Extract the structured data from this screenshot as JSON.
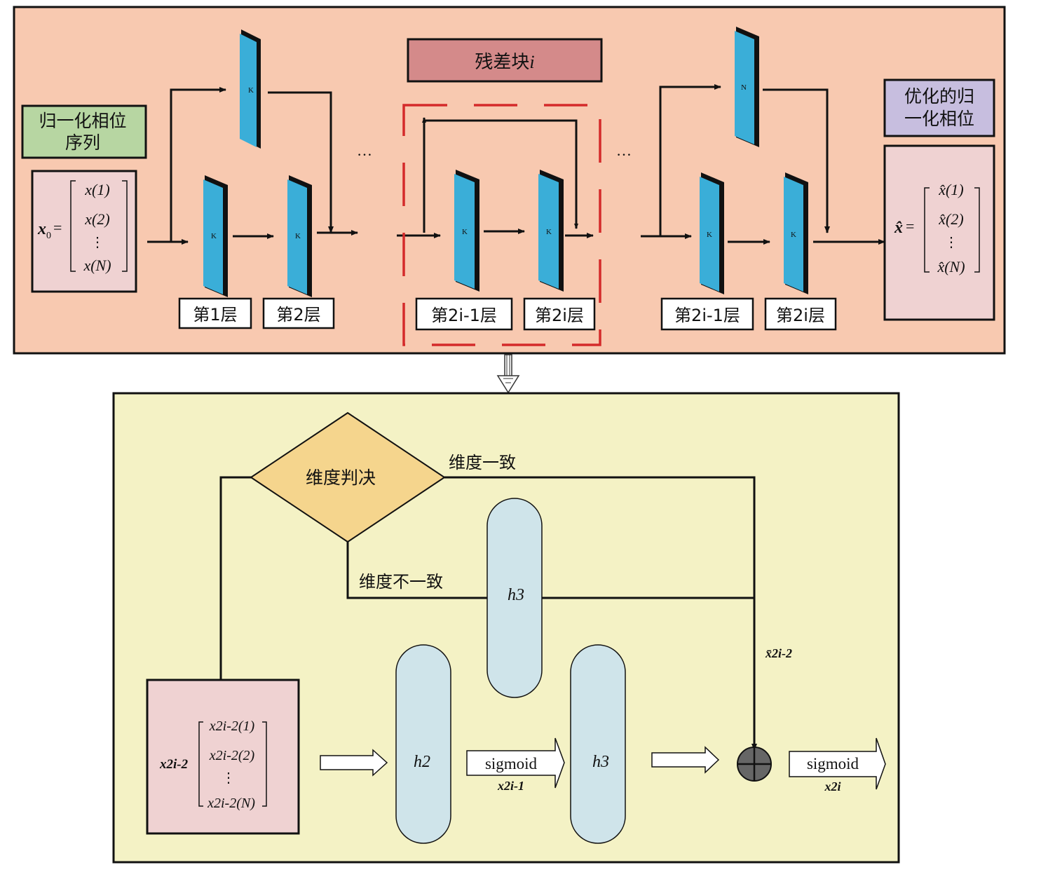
{
  "top": {
    "input_label": "归一化相位序列",
    "input_label_lines": [
      "归一化相位",
      "序列"
    ],
    "input_symbol": "x",
    "input_symbol_sub": "0",
    "input_entries": [
      "x(1)",
      "x(2)",
      "⋮",
      "x(N)"
    ],
    "block_title_text": "残差块",
    "block_title_index": "i",
    "output_label_lines": [
      "优化的归",
      "一化相位"
    ],
    "output_symbol": "x̂",
    "output_entries": [
      "x̂(1)",
      "x̂(2)",
      "⋮",
      "x̂(N)"
    ],
    "layer_labels": [
      "第1层",
      "第2层",
      "第2i-1层",
      "第2i层",
      "第2i-1层",
      "第2i层"
    ],
    "layer_mark": "K",
    "layer_mark_alt": "N",
    "ellipsis": "…"
  },
  "bottom": {
    "decision_label": "维度判决",
    "consistent_label": "维度一致",
    "inconsistent_label": "维度不一致",
    "h3_upper": "h3",
    "h2": "h2",
    "h3_lower": "h3",
    "input_symbol": "x2i-2",
    "input_entries": [
      "x2i-2(1)",
      "x2i-2(2)",
      "⋮",
      "x2i-2(N)"
    ],
    "sigmoid_1": "sigmoid",
    "sigmoid_1_output": "x2i-1",
    "sigmoid_2": "sigmoid",
    "sigmoid_2_output": "x2i",
    "bar_symbol": "x̄2i-2",
    "add_symbol": "⊕"
  },
  "colors": {
    "top_bg": "#f8c9b0",
    "bottom_bg": "#f4f2c5",
    "input_label_bg": "#b7d6a2",
    "block_title_bg": "#d48a8a",
    "output_label_bg": "#c7bedf",
    "vector_bg": "#efd2d2",
    "layer_teal": "#3aaed8",
    "decision_bg": "#f5d58d",
    "pill_bg": "#cfe4ea",
    "dashed_red": "#d42a2a"
  }
}
